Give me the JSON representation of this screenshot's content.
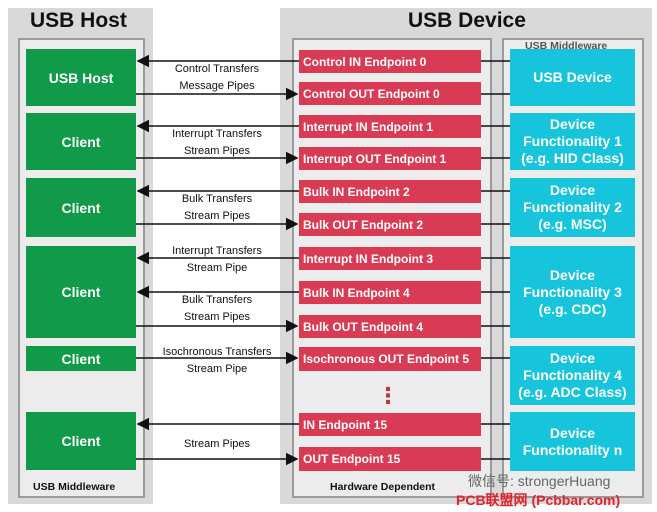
{
  "host": {
    "title": "USB Host",
    "footer": "USB Middleware",
    "blocks": [
      "USB Host",
      "Client",
      "Client",
      "Client",
      "Client",
      "Client"
    ]
  },
  "device": {
    "title": "USB Device",
    "footer": "Hardware Dependent",
    "middleware_label": "USB Middleware",
    "endpoints": [
      "Control IN Endpoint 0",
      "Control OUT Endpoint 0",
      "Interrupt IN Endpoint 1",
      "Interrupt OUT Endpoint 1",
      "Bulk IN Endpoint 2",
      "Bulk OUT Endpoint 2",
      "Interrupt IN Endpoint 3",
      "Bulk IN Endpoint 4",
      "Bulk OUT Endpoint 4",
      "Isochronous OUT Endpoint 5",
      "IN Endpoint 15",
      "OUT Endpoint 15"
    ],
    "functions": [
      [
        "USB Device"
      ],
      [
        "Device",
        "Functionality 1",
        "(e.g. HID Class)"
      ],
      [
        "Device",
        "Functionality 2",
        "(e.g. MSC)"
      ],
      [
        "Device",
        "Functionality 3",
        "(e.g. CDC)"
      ],
      [
        "Device",
        "Functionality 4",
        "(e.g. ADC Class)"
      ],
      [
        "Device",
        "Functionality n"
      ]
    ],
    "ellipsis": "⋮"
  },
  "transfers": [
    [
      "Control Transfers",
      "Message Pipes"
    ],
    [
      "Interrupt Transfers",
      "Stream Pipes"
    ],
    [
      "Bulk Transfers",
      "Stream Pipes"
    ],
    [
      "Interrupt Transfers",
      "Stream Pipe"
    ],
    [
      "Bulk Transfers",
      "Stream Pipes"
    ],
    [
      "Isochronous Transfers",
      "Stream Pipe"
    ],
    [
      "Stream Pipes"
    ]
  ],
  "watermark": {
    "wechat": "微信号: strongerHuang",
    "site": "PCB联盟网 (Pcbbar.com)"
  },
  "colors": {
    "client_green": "#109a4a",
    "endpoint_red": "#d93b55",
    "function_cyan": "#16c4dc",
    "panel_gray": "#d9d9d9"
  }
}
